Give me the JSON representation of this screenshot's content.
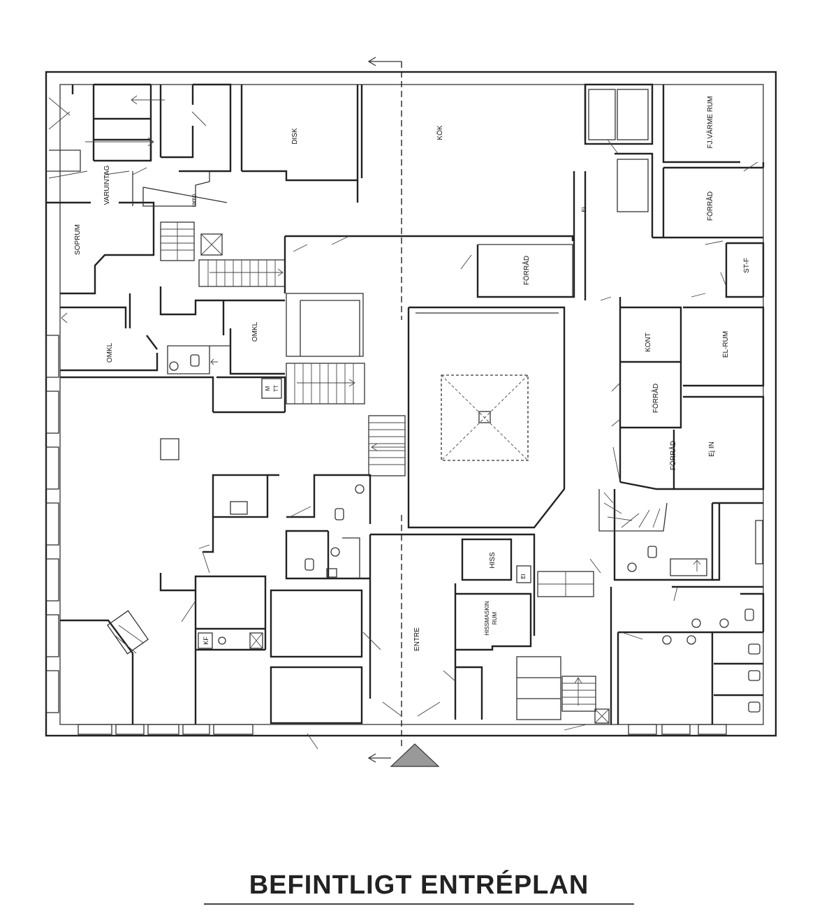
{
  "title": "BEFINTLIGT ENTRÉPLAN",
  "rooms": {
    "disk": "DISK",
    "kok": "KÖK",
    "fj_varme_rum": "FJ.VÄRME RUM",
    "forrad_ne": "FÖRRÅD",
    "varuintag": "VARUINTAG",
    "ramp": "ramp",
    "soprum": "SOPRUM",
    "forrad_mid": "FÖRRÅD",
    "st_f": "ST-F",
    "omkl_left": "OMKL",
    "omkl_right": "OMKL",
    "kont": "KONT",
    "el_rum": "EL-RUM",
    "forrad_e1": "FÖRRÅD",
    "forrad_e2": "FÖRRÅD",
    "ej_in": "Ej IN",
    "hiss": "HISS",
    "hissmaskin_rum_1": "HISSMASKIN",
    "hissmaskin_rum_2": "RUM",
    "entre": "ENTRE",
    "el_small_1": "El",
    "el_small_2": "El",
    "kf": "KF",
    "m": "M",
    "tt": "TT"
  },
  "colors": {
    "wall": "#222222",
    "entrance_marker": "#999999"
  }
}
